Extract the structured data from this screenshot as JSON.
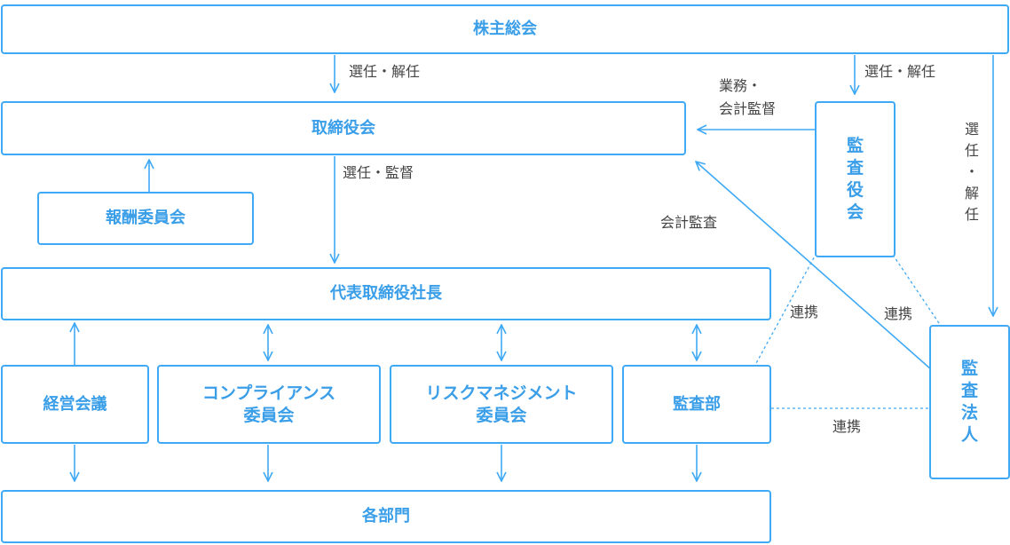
{
  "colors": {
    "accent": "#3fa9f5",
    "text": "#3a9ee8",
    "label": "#444444"
  },
  "nodes": {
    "shareholders": "株主総会",
    "board": "取締役会",
    "compensation": "報酬委員会",
    "president": "代表取締役社長",
    "management_council": "経営会議",
    "compliance": [
      "コンプライアンス",
      "委員会"
    ],
    "risk": [
      "リスクマネジメント",
      "委員会"
    ],
    "internal_audit": "監査部",
    "departments": "各部門",
    "audit_board": [
      "監",
      "査",
      "役",
      "会"
    ],
    "auditor": [
      "監",
      "査",
      "法",
      "人"
    ]
  },
  "labels": {
    "elect_dismiss_board": "選任・解任",
    "elect_dismiss_auditboard": "選任・解任",
    "elect_dismiss_auditor": [
      "選",
      "任",
      "・",
      "解",
      "任"
    ],
    "elect_supervise": "選任・監督",
    "business_audit": [
      "業務・",
      "会計監督"
    ],
    "accounting_audit": "会計監査",
    "coop_board_internal": "連携",
    "coop_board_auditor": "連携",
    "coop_internal_auditor": "連携"
  }
}
